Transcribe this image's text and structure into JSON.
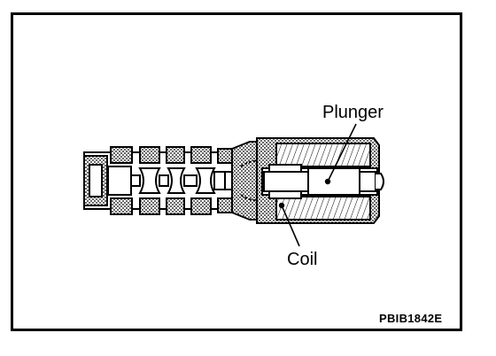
{
  "diagram": {
    "labels": {
      "plunger": "Plunger",
      "coil": "Coil"
    },
    "figure_code": "PBIB1842E",
    "colors": {
      "line": "#000000",
      "background": "#ffffff",
      "hatch": "#000000"
    }
  }
}
